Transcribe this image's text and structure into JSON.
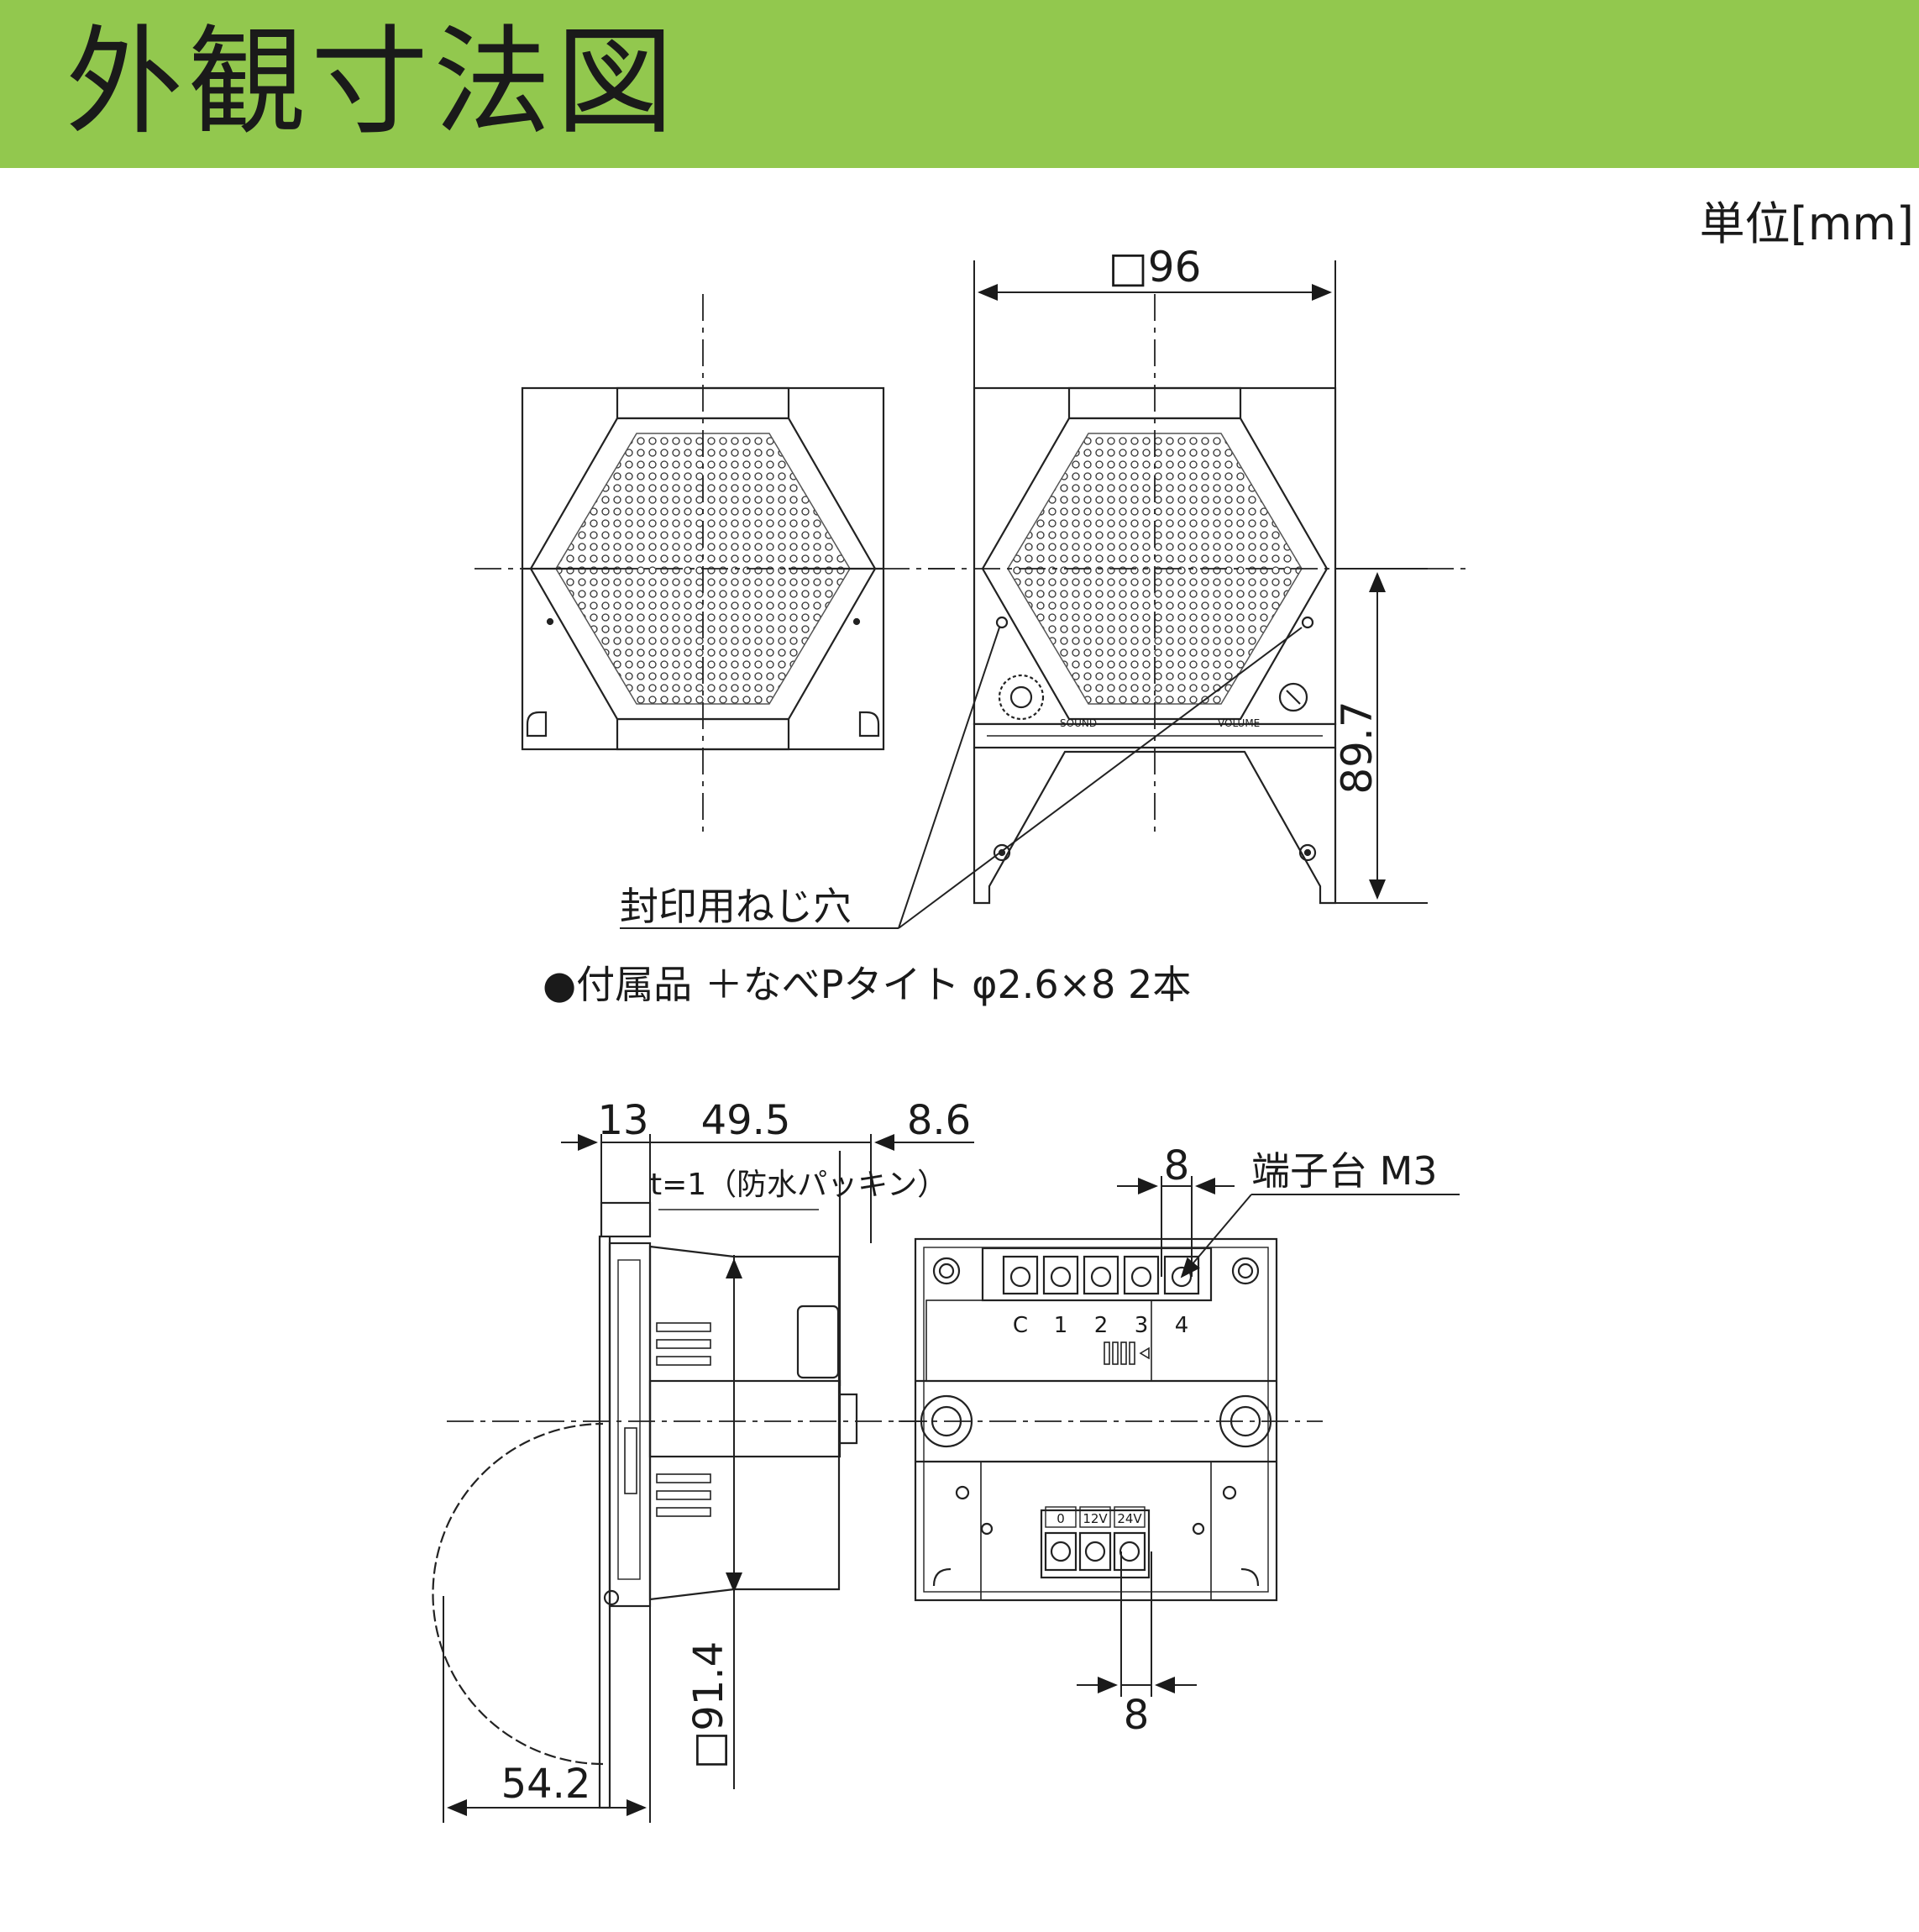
{
  "header": {
    "title": "外観寸法図",
    "bg_color": "#92c84e"
  },
  "unit": "単位[mm]",
  "front_views": {
    "dim_width": "□96",
    "dim_height": "89.7",
    "seal_screw_hole": "封印用ねじ穴",
    "accessory_note": "●付属品 ＋なべPタイト φ2.6×8 2本",
    "knob_left_label": "SOUND",
    "knob_right_label": "VOLUME"
  },
  "side_view": {
    "dim_13": "13",
    "dim_49_5": "49.5",
    "dim_8_6": "8.6",
    "packing_label": "t=1（防水パッキン）",
    "dim_91_4": "□91.4",
    "dim_54_2": "54.2"
  },
  "rear_view": {
    "dim_top_pitch": "8",
    "terminal_block": "端子台 M3",
    "terminal_labels": [
      "C",
      "1",
      "2",
      "3",
      "4"
    ],
    "power_labels": [
      "0",
      "12V",
      "24V"
    ],
    "dim_bottom_pitch": "8"
  }
}
